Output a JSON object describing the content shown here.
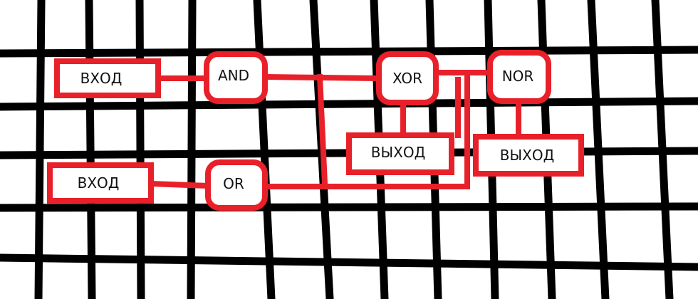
{
  "colors": {
    "grid": "#000000",
    "outline": "#e8202a",
    "fill": "#ffffff",
    "text": "#111111"
  },
  "nodes": {
    "input_top": "ВХОД",
    "input_bottom": "ВХОД",
    "and_gate": "AND",
    "or_gate": "OR",
    "xor_gate": "XOR",
    "nor_gate": "NOR",
    "output_xor": "ВЫХОД",
    "output_nor": "ВЫХОД"
  }
}
